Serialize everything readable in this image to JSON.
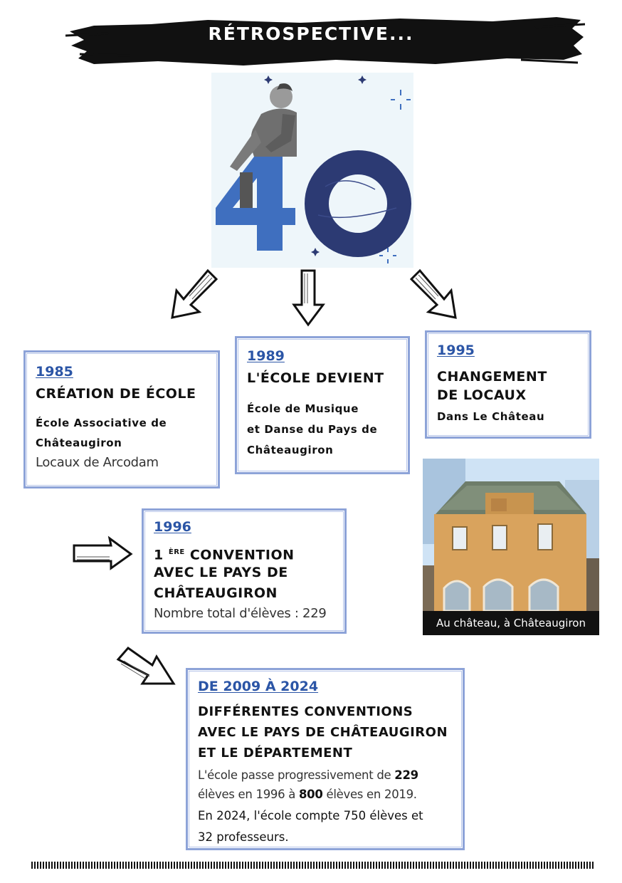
{
  "title": "RÉTROSPECTIVE...",
  "milestones": [
    {
      "year": "1985",
      "heading": "CRÉATION DE ÉCOLE",
      "sub1": "École Associative de",
      "sub2": "Châteaugiron",
      "note": "Locaux de Arcodam"
    },
    {
      "year": "1989",
      "heading": "L'ÉCOLE DEVIENT",
      "sub1": "École de Musique",
      "sub2": "et Danse du Pays de",
      "sub3": "Châteaugiron"
    },
    {
      "year": "1995",
      "heading1": "CHANGEMENT",
      "heading2": "DE LOCAUX",
      "sub1": "Dans Le Château"
    },
    {
      "year": "1996",
      "heading1_num": "1",
      "heading1_sup": "ÈRE",
      "heading1_rest": " CONVENTION",
      "heading2": "AVEC LE PAYS DE",
      "heading3": "CHÂTEAUGIRON",
      "note": "Nombre total d'élèves : 229"
    },
    {
      "year": "DE 2009 À 2024",
      "heading1": "DIFFÉRENTES CONVENTIONS",
      "heading2": "AVEC LE PAYS DE CHÂTEAUGIRON",
      "heading3": "ET LE DÉPARTEMENT",
      "para_l1a": "L'école passe progressivement de ",
      "para_l1b": "229",
      "para_l2a": "élèves en 1996 à ",
      "para_l2b": "800",
      "para_l2c": " élèves en 2019.",
      "para2_l1": "En 2024, l'école compte 750 élèves et",
      "para2_l2": "32 professeurs."
    }
  ],
  "image40": {
    "number": "40"
  },
  "photo": {
    "caption": "Au château, à Châteaugiron"
  },
  "colors": {
    "accent": "#2b55a6",
    "light_blue": "#3f6fbf",
    "navy": "#2c3a73",
    "frame": "#8da3d8"
  }
}
